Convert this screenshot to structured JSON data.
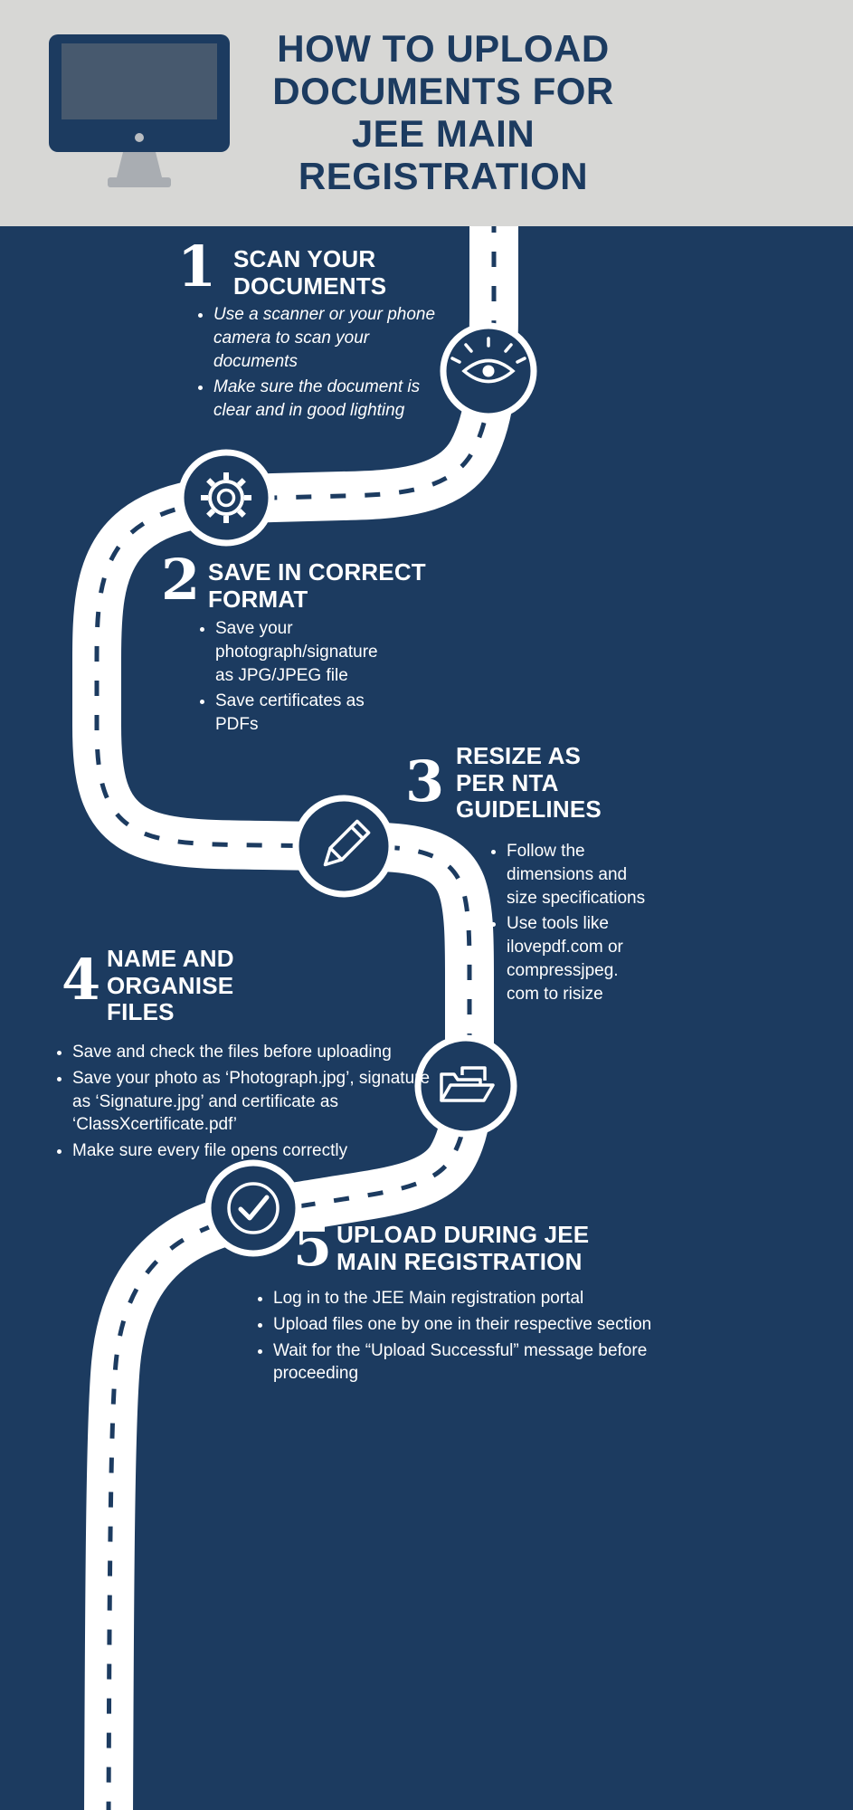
{
  "header": {
    "title": "HOW TO UPLOAD DOCUMENTS FOR JEE MAIN REGISTRATION"
  },
  "colors": {
    "navy": "#1c3b60",
    "header_gray": "#d7d7d5",
    "road_white": "#ffffff",
    "text_white": "#ffffff"
  },
  "icons": [
    "monitor-icon",
    "eye-icon",
    "gear-icon",
    "pencil-icon",
    "folder-icon",
    "check-icon"
  ],
  "steps": [
    {
      "number": "1",
      "title": "SCAN YOUR DOCUMENTS",
      "icon": "eye-icon",
      "bullets": [
        "Use a scanner or your phone camera to scan your documents",
        "Make sure the document is clear and in good lighting"
      ]
    },
    {
      "number": "2",
      "title": "SAVE IN CORRECT FORMAT",
      "icon": "gear-icon",
      "bullets": [
        "Save your photograph/signature as JPG/JPEG file",
        "Save certificates as PDFs"
      ]
    },
    {
      "number": "3",
      "title": "RESIZE AS PER NTA GUIDELINES",
      "icon": "pencil-icon",
      "bullets": [
        "Follow the dimensions and size specifications",
        "Use tools like ilovepdf.com or compressjpeg. com to risize"
      ]
    },
    {
      "number": "4",
      "title": "NAME AND ORGANISE FILES",
      "icon": "folder-icon",
      "bullets": [
        "Save and check the files before uploading",
        "Save your photo as ‘Photograph.jpg’, signature as ‘Signature.jpg’ and certificate as ‘ClassXcertificate.pdf’",
        "Make sure every file opens correctly"
      ]
    },
    {
      "number": "5",
      "title": "UPLOAD DURING JEE MAIN REGISTRATION",
      "icon": "check-icon",
      "bullets": [
        "Log in to the JEE Main registration portal",
        "Upload files one by one in their respective section",
        "Wait for the “Upload Successful” message before proceeding"
      ]
    }
  ]
}
